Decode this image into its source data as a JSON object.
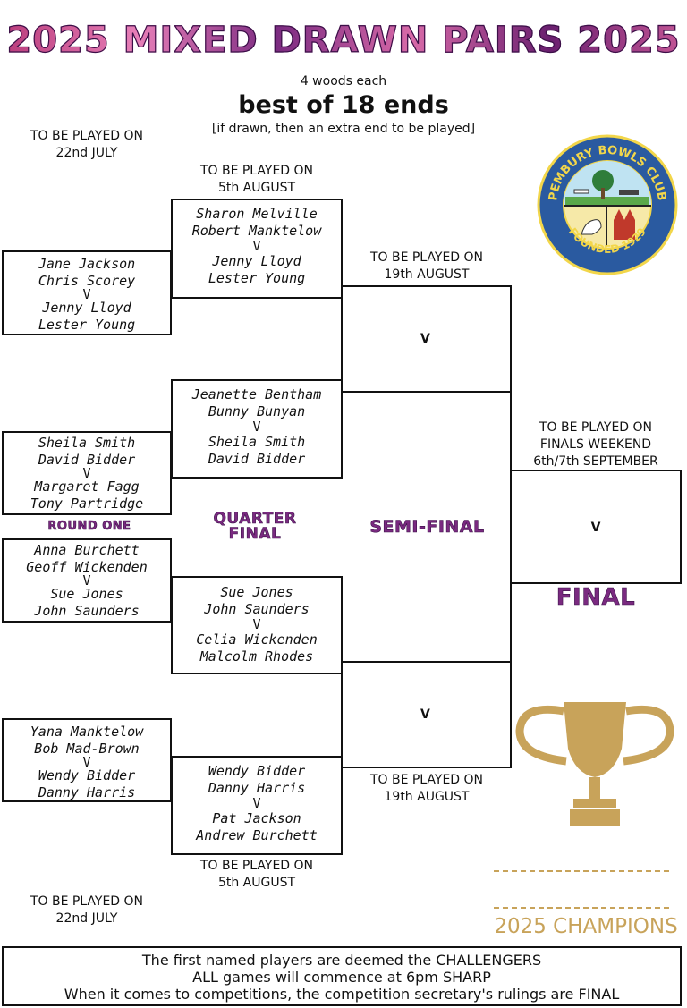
{
  "header": {
    "title": "2025 MIXED  DRAWN PAIRS  2025",
    "woods": "4 woods each",
    "ends": "best of 18 ends",
    "drawn_rule": "[if drawn, then an extra end to be played]"
  },
  "dates": {
    "r1_top_l1": "TO BE PLAYED ON",
    "r1_top_l2": "22nd JULY",
    "qf_top_l1": "TO BE PLAYED ON",
    "qf_top_l2": "5th AUGUST",
    "sf_top_l1": "TO BE PLAYED ON",
    "sf_top_l2": "19th AUGUST",
    "final_l1": "TO BE PLAYED ON",
    "final_l2": "FINALS WEEKEND",
    "final_l3": "6th/7th SEPTEMBER",
    "sf_bot_l1": "TO BE PLAYED ON",
    "sf_bot_l2": "19th AUGUST",
    "qf_bot_l1": "TO BE PLAYED ON",
    "qf_bot_l2": "5th AUGUST",
    "r1_bot_l1": "TO BE PLAYED ON",
    "r1_bot_l2": "22nd JULY"
  },
  "round_one": [
    {
      "a1": "Jane Jackson",
      "a2": "Chris Scorey",
      "v": "V",
      "b1": "Jenny Lloyd",
      "b2": "Lester Young"
    },
    {
      "a1": "Sheila Smith",
      "a2": "David Bidder",
      "v": "V",
      "b1": "Margaret Fagg",
      "b2": "Tony Partridge"
    },
    {
      "a1": "Anna Burchett",
      "a2": "Geoff Wickenden",
      "v": "V",
      "b1": "Sue Jones",
      "b2": "John Saunders"
    },
    {
      "a1": "Yana Manktelow",
      "a2": "Bob Mad-Brown",
      "v": "V",
      "b1": "Wendy Bidder",
      "b2": "Danny Harris"
    }
  ],
  "quarter_final": [
    {
      "a1": "Sharon Melville",
      "a2": "Robert Manktelow",
      "v": "V",
      "b1": "Jenny Lloyd",
      "b2": "Lester Young"
    },
    {
      "a1": "Jeanette Bentham",
      "a2": "Bunny Bunyan",
      "v": "V",
      "b1": "Sheila Smith",
      "b2": "David Bidder"
    },
    {
      "a1": "Sue Jones",
      "a2": "John Saunders",
      "v": "V",
      "b1": "Celia Wickenden",
      "b2": "Malcolm Rhodes"
    },
    {
      "a1": "Wendy Bidder",
      "a2": "Danny Harris",
      "v": "V",
      "b1": "Pat Jackson",
      "b2": "Andrew Burchett"
    }
  ],
  "semi_final": {
    "top_v": "V",
    "bottom_v": "V"
  },
  "final": {
    "v": "V"
  },
  "stages": {
    "round_one": "ROUND ONE",
    "quarter_l1": "QUARTER",
    "quarter_l2": "FINAL",
    "semi": "SEMI-FINAL",
    "final": "FINAL"
  },
  "logo": {
    "text_top": "PEMBURY BOWLS CLUB",
    "text_bottom": "FOUNDED 1929"
  },
  "champions": "2025 CHAMPIONS",
  "footer": {
    "line1": "The first named players are deemed the CHALLENGERS",
    "line2": "ALL games will commence at 6pm SHARP",
    "line3": "When it comes to competitions, the competition secretary's rulings are FINAL"
  },
  "colors": {
    "accent": "#7a2a80",
    "gold": "#c8a35a",
    "logo_blue": "#2a5aa0",
    "logo_yellow": "#f2d64a"
  }
}
